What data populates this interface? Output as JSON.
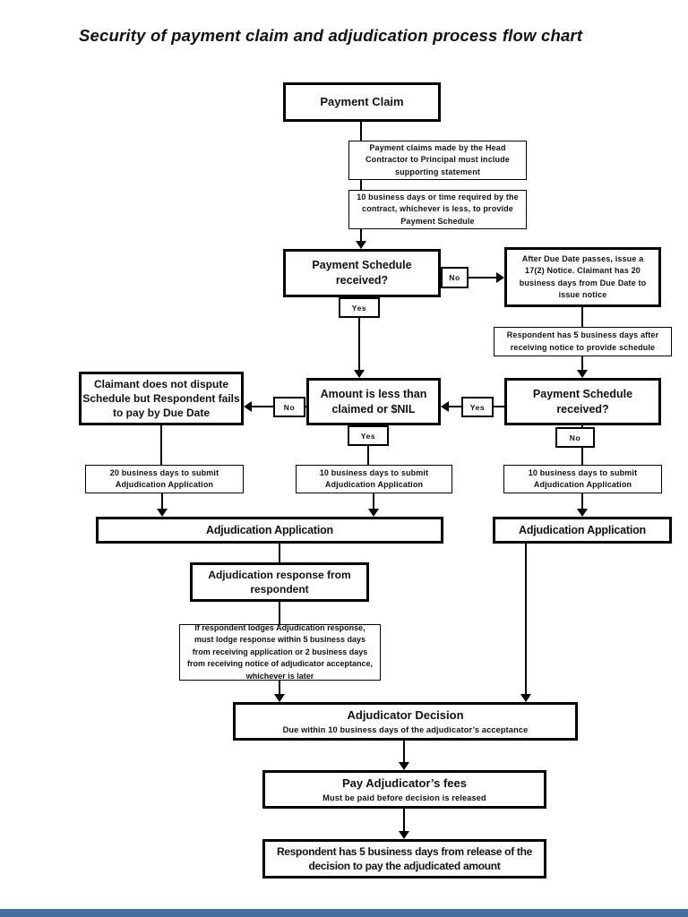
{
  "page": {
    "title": "Security of payment claim and adjudication process flow chart"
  },
  "nodes": {
    "payment_claim": {
      "label": "Payment Claim"
    },
    "head_contractor_note": {
      "label": "Payment claims made by the Head Contractor to Principal must include supporting statement"
    },
    "provide_schedule_note": {
      "label": "10 business days or time required by the contract, whichever is less, to provide Payment Schedule"
    },
    "schedule_received_1": {
      "label": "Payment Schedule received?"
    },
    "after_due_date": {
      "label": "After Due Date passes, issue a 17(2) Notice. Claimant has 20 business days from Due Date to issue notice"
    },
    "respondent_5_days_schedule": {
      "label": "Respondent has 5 business days after receiving notice to provide schedule"
    },
    "claimant_no_dispute": {
      "label": "Claimant does not dispute Schedule but Respondent fails to pay by Due Date"
    },
    "amount_less": {
      "label": "Amount is less than claimed or $NIL"
    },
    "schedule_received_2": {
      "label": "Payment Schedule received?"
    },
    "submit_20_days": {
      "label": "20 business days to submit Adjudication Application"
    },
    "submit_10_days_mid": {
      "label": "10 business days to submit Adjudication Application"
    },
    "submit_10_days_right": {
      "label": "10 business days to submit Adjudication Application"
    },
    "adjudication_application_left": {
      "label": "Adjudication Application"
    },
    "adjudication_application_right": {
      "label": "Adjudication Application"
    },
    "adjudication_response": {
      "label": "Adjudication response from respondent"
    },
    "response_timing_note": {
      "label": "If respondent lodges Adjudication response, must lodge response within 5 business days from receiving application or 2 business days from receiving notice of adjudicator acceptance, whichever is later"
    },
    "adjudicator_decision": {
      "title": "Adjudicator Decision",
      "subtitle": "Due within 10 business days of the adjudicator’s acceptance"
    },
    "pay_fees": {
      "title": "Pay Adjudicator’s fees",
      "subtitle": "Must be paid before decision is released"
    },
    "final_payment": {
      "label": "Respondent has 5 business days from release of the decision to pay the adjudicated amount"
    }
  },
  "edge_labels": {
    "no_schedule_1": "No",
    "yes_schedule_1": "Yes",
    "no_pay_due_date": "No",
    "yes_from_schedule_2": "Yes",
    "yes_amount_less": "Yes",
    "no_schedule_2": "No"
  },
  "colors": {
    "line": "#000000",
    "box_border": "#000000",
    "background": "#ffffff",
    "footer_bar": "#44719E"
  }
}
